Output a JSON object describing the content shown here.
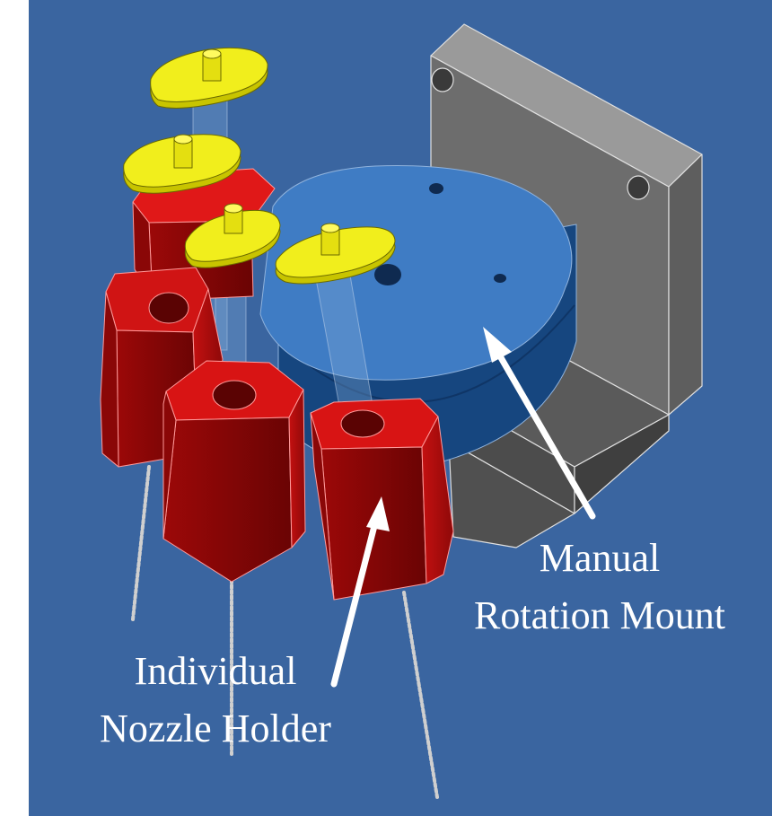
{
  "colors": {
    "background": "#ffffff",
    "panel": "#3a65a0",
    "mount_blue": "#3f7cc4",
    "mount_blue_dark": "#16467f",
    "bracket_gray": "#7c7c7c",
    "holder_red": "#c40f0f",
    "holder_red_dark": "#7a0606",
    "plunger_yellow": "#f1ee1c",
    "arrow": "#ffffff",
    "label_text": "#ffffff"
  },
  "labels": {
    "manual_rotation_mount": {
      "line1": "Manual",
      "line2": "Rotation Mount"
    },
    "individual_nozzle_holder": {
      "line1": "Individual",
      "line2": "Nozzle Holder"
    }
  }
}
